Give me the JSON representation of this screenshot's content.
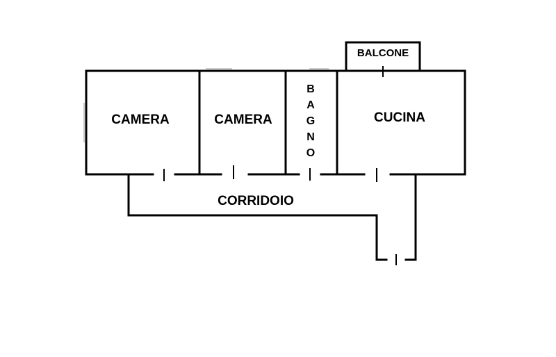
{
  "rooms": {
    "camera_1": "CAMERA",
    "camera_2": "CAMERA",
    "bagno": [
      "B",
      "A",
      "G",
      "N",
      "O"
    ],
    "cucina": "CUCINA",
    "balcone": "BALCONE",
    "corridoio": "CORRIDOIO"
  },
  "colors": {
    "wall": "#000000",
    "background": "#ffffff",
    "window": "#999999"
  }
}
